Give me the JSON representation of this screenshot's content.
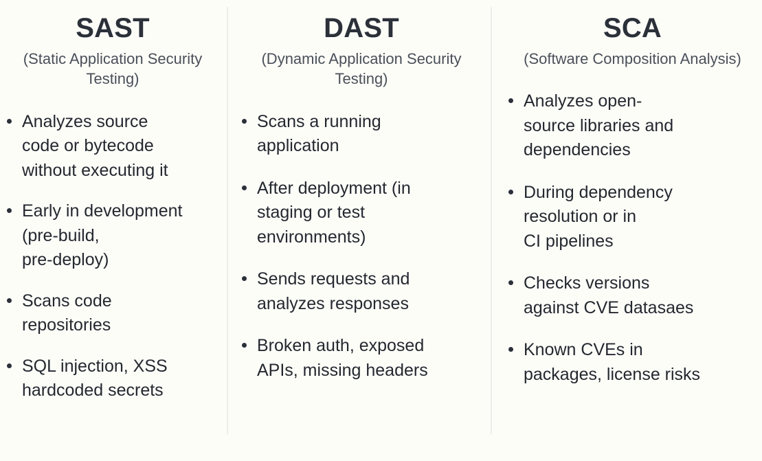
{
  "page": {
    "background_color": "#FDFDF8",
    "title_color": "#2B3039",
    "subtitle_color": "#4A5059",
    "body_color": "#24282F",
    "divider_color": "#EDEDE9"
  },
  "columns": [
    {
      "id": "sast",
      "title": "SAST",
      "subtitle": "(Static Application\nSecurity Testing)",
      "bullets": [
        "Analyzes source\ncode or bytecode\nwithout executing it",
        "Early in development\n(pre-build,\npre-deploy)",
        "Scans code\nrepositories",
        "SQL injection, XSS\nhardcoded secrets"
      ]
    },
    {
      "id": "dast",
      "title": "DAST",
      "subtitle": "(Dynamic Application\nSecurity Testing)",
      "bullets": [
        "Scans a running\napplication",
        "After deployment (in\nstaging or test\nenvironments)",
        "Sends requests and\nanalyzes responses",
        "Broken auth, exposed\nAPIs, missing headers"
      ]
    },
    {
      "id": "sca",
      "title": "SCA",
      "subtitle": "(Software Composition\nAnalysis)",
      "bullets": [
        "Analyzes open-\nsource libraries and\ndependencies",
        "During dependency\nresolution or in\nCI pipelines",
        "Checks versions\nagainst CVE datasaes",
        "Known CVEs in\npackages, license risks"
      ]
    }
  ]
}
